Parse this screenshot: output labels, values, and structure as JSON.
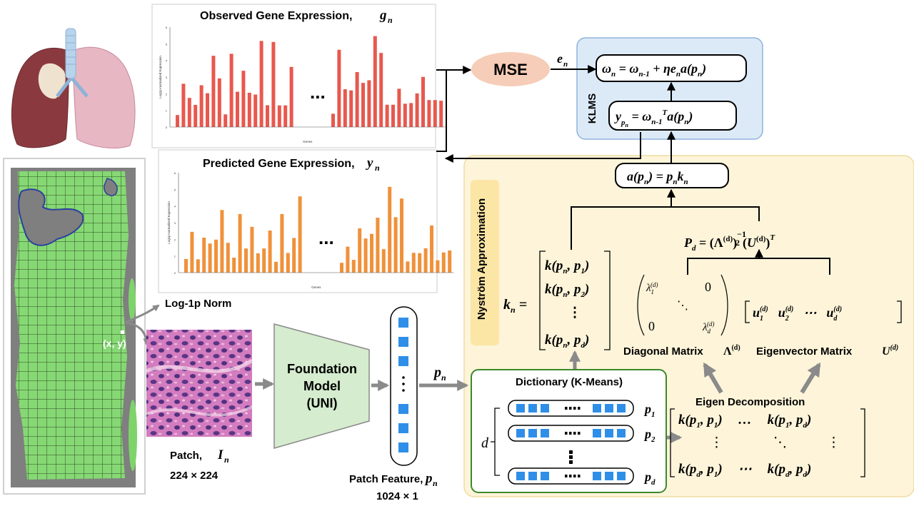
{
  "chart_data": [
    {
      "type": "bar",
      "title": "Observed Gene Expression,",
      "title_var": "g",
      "title_sub": "n",
      "xlabel": "Genes",
      "ylabel": "Log1p-normalized Expression",
      "ylim": [
        0,
        6
      ],
      "yticks": [
        0,
        1,
        2,
        3,
        4,
        5,
        6
      ],
      "color": "#e8584e",
      "values_left": [
        0.72,
        2.6,
        1.75,
        1.33,
        2.51,
        2.03,
        4.28,
        2.92,
        0.76,
        4.4,
        2.12,
        3.38,
        2.06,
        1.95,
        5.17,
        1.31,
        5.11,
        1.3,
        1.3,
        3.61
      ],
      "values_right": [
        0.8,
        4.64,
        2.27,
        2.2,
        3.3,
        2.65,
        2.81,
        5.46,
        4.45,
        1.34,
        1.34,
        2.3,
        1.4,
        1.44,
        2.02,
        3.01,
        1.62,
        1.62,
        1.58
      ]
    },
    {
      "type": "bar",
      "title": "Predicted Gene Expression,",
      "title_var": "y",
      "title_sub": "n",
      "xlabel": "Genes",
      "ylabel": "Log1p-normalized Expression",
      "ylim": [
        0,
        6
      ],
      "yticks": [
        0,
        1,
        2,
        3,
        4,
        5,
        6
      ],
      "color": "#f0913a",
      "values_left": [
        0.82,
        2.45,
        0.8,
        2.1,
        1.75,
        1.98,
        3.76,
        1.79,
        0.9,
        3.52,
        1.45,
        2.75,
        1.16,
        1.45,
        2.53,
        0.65,
        3.52,
        1.18,
        2.08,
        4.58
      ],
      "values_right": [
        0.59,
        1.56,
        0.77,
        2.66,
        2.05,
        2.33,
        3.3,
        1.41,
        5.15,
        3.33,
        4.45,
        0.67,
        1.19,
        1.17,
        1.46,
        2.83,
        0.74,
        1.21,
        1.33
      ]
    }
  ],
  "labels": {
    "mse": "MSE",
    "klms": "KLMS",
    "nystrom": "Nyström Approximation",
    "log1p": "Log-1p Norm",
    "xy": "(x, y)",
    "patch": "Patch,",
    "patch_var": "I",
    "patch_sub": "n",
    "patch_size": "224 × 224",
    "foundation_1": "Foundation",
    "foundation_2": "Model",
    "foundation_3": "(UNI)",
    "feature": "Patch Feature,",
    "feature_var": "p",
    "feature_sub": "n",
    "feature_size": "1024 × 1",
    "arrow_pn": "p",
    "arrow_pn_sub": "n",
    "arrow_en": "e",
    "arrow_en_sub": "n",
    "dictionary": "Dictionary (K-Means)",
    "diag_matrix": "Diagonal Matrix",
    "eig_matrix": "Eigenvector Matrix",
    "eigen_decomp": "Eigen Decomposition",
    "ellipsis": "...",
    "dict_d": "d"
  },
  "colors": {
    "klms_fill": "#dceaf7",
    "klms_stroke": "#8fb4dd",
    "nystrom_fill": "#fdf4d9",
    "nystrom_stroke": "#f0dca0",
    "dict_stroke": "#3a8a2c",
    "mse_fill": "#f6cdb8",
    "foundation_fill": "#d5ecce",
    "feature_square": "#2f8fe8",
    "tissue_green": "#7ed46a",
    "patch_pink": "#c86eb4"
  },
  "icons": [
    "lung-illustration-icon",
    "tissue-slide-icon",
    "he-patch-icon",
    "feature-vector-icon"
  ]
}
